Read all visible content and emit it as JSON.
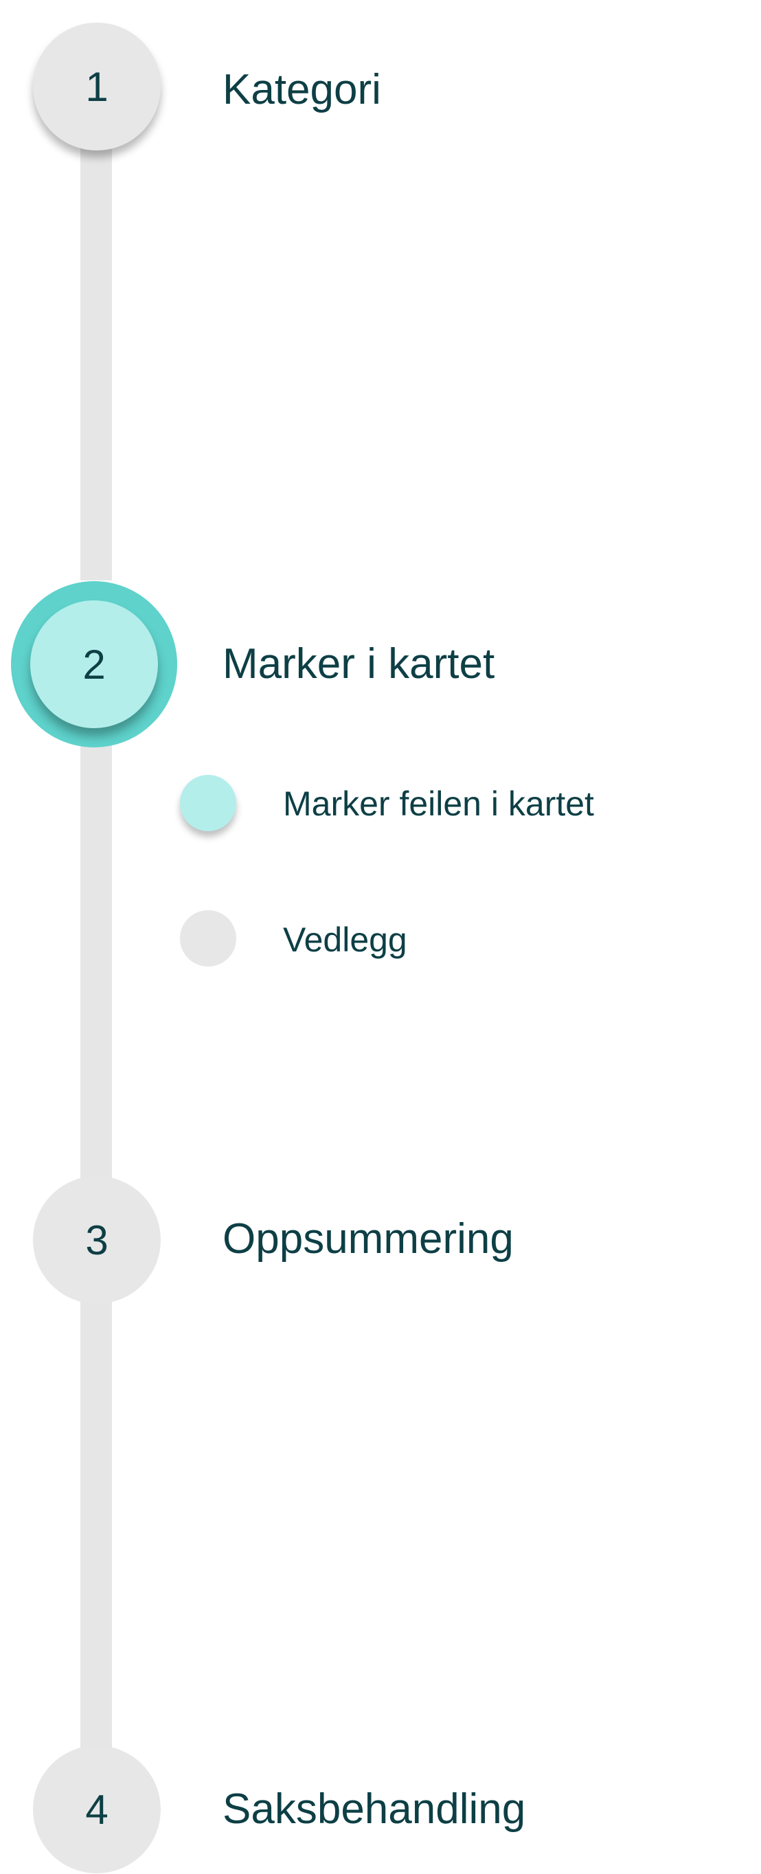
{
  "steps": [
    {
      "number": "1",
      "label": "Kategori",
      "state": "done"
    },
    {
      "number": "2",
      "label": "Marker i kartet",
      "state": "active",
      "substeps": [
        {
          "label": "Marker feilen i kartet",
          "state": "current"
        },
        {
          "label": "Vedlegg",
          "state": "pending"
        }
      ]
    },
    {
      "number": "3",
      "label": "Oppsummering",
      "state": "pending"
    },
    {
      "number": "4",
      "label": "Saksbehandling",
      "state": "pending"
    }
  ],
  "colors": {
    "text": "#0d3f45",
    "active_fill": "#b3eeeb",
    "active_ring": "#5ed2cb",
    "inactive_fill": "#e7e7e7",
    "rail": "#e6e6e6"
  }
}
